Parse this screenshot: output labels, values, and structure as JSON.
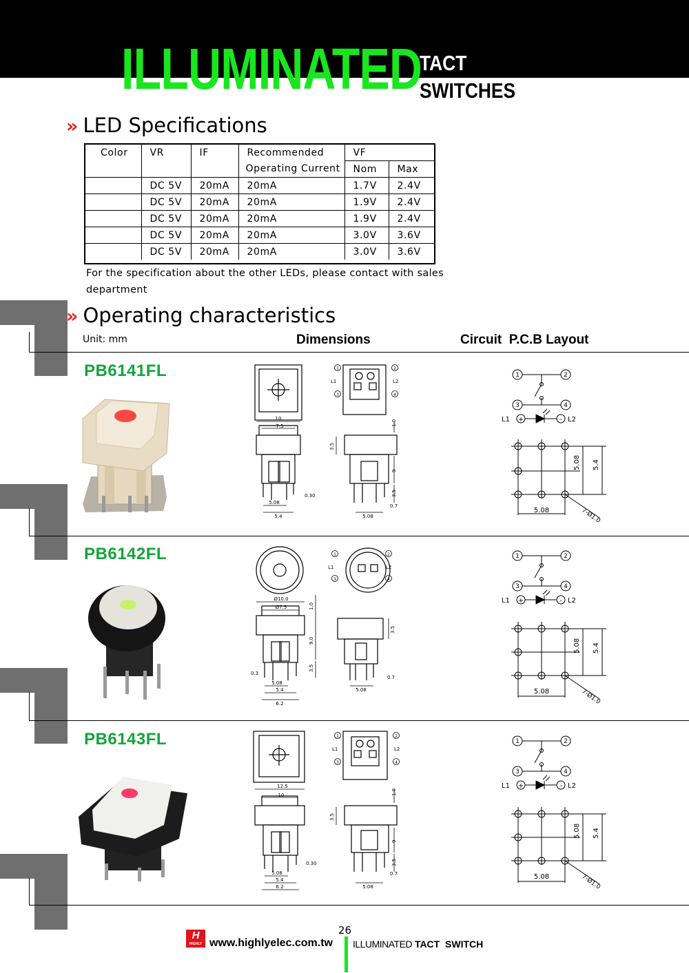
{
  "header": {
    "title": "ILLUMINATED",
    "subtitle_1": "TACT",
    "subtitle_2": "SWITCHES"
  },
  "colors": {
    "accent_green": "#19e61f",
    "part_green": "#14a53a",
    "arrow_red": "#e8231f",
    "grey_block": "#6f6f6f"
  },
  "led_spec": {
    "heading": "LED Specifications",
    "arrow": "»",
    "columns": {
      "color": "Color",
      "vr": "VR",
      "if": "IF",
      "rec1": "Recommended",
      "rec2": "Operating Current",
      "vf": "VF",
      "nom": "Nom",
      "max": "Max"
    },
    "rows": [
      {
        "vr": "DC 5V",
        "if": "20mA",
        "rec": "20mA",
        "nom": "1.7V",
        "max": "2.4V"
      },
      {
        "vr": "DC 5V",
        "if": "20mA",
        "rec": "20mA",
        "nom": "1.9V",
        "max": "2.4V"
      },
      {
        "vr": "DC 5V",
        "if": "20mA",
        "rec": "20mA",
        "nom": "1.9V",
        "max": "2.4V"
      },
      {
        "vr": "DC 5V",
        "if": "20mA",
        "rec": "20mA",
        "nom": "3.0V",
        "max": "3.6V"
      },
      {
        "vr": "DC 5V",
        "if": "20mA",
        "rec": "20mA",
        "nom": "3.0V",
        "max": "3.6V"
      }
    ],
    "note_line1": "For the specification about the other LEDs, please contact with sales",
    "note_line2": "department"
  },
  "operating": {
    "heading": "Operating characteristics",
    "arrow": "»",
    "unit": "Unit: mm",
    "col_dimensions": "Dimensions",
    "col_circuit": "Circuit  P.C.B Layout"
  },
  "parts": [
    {
      "name": "PB6141FL",
      "cap_color": "#f1e6d2",
      "led_color": "#ff2a2a",
      "body_color": "#efe3cd"
    },
    {
      "name": "PB6142FL",
      "cap_color": "#e8e8e2",
      "led_color": "#c8f26a",
      "body_color": "#1a1a1a"
    },
    {
      "name": "PB6143FL",
      "cap_color": "#eeeeea",
      "led_color": "#ff3a6a",
      "body_color": "#1a1a1a"
    }
  ],
  "dims": {
    "p1": {
      "w10": "10",
      "w75": "7.5",
      "h10": "1.0",
      "h35": "3.5",
      "h9": "9",
      "h35b": "3.5",
      "d030": "0.30",
      "d508": "5.08",
      "d54": "5.4",
      "d508b": "5.08",
      "d07": "0.7"
    },
    "p2": {
      "w10": "Ø10.0",
      "w75": "Ø7.5",
      "h10": "1.0",
      "h9": "9.0",
      "h35": "3.5",
      "h35b": "3.5",
      "d03": "0.3",
      "d508": "5.08",
      "d54": "5.4",
      "d62": "6.2",
      "d508b": "5.08",
      "d07": "0.7"
    },
    "p3": {
      "w125": "12.5",
      "w10": "10",
      "h10": "1.0",
      "h35": "3.5",
      "h9": "9",
      "h35b": "3.5",
      "d030": "0.30",
      "d508": "5.08",
      "d54": "5.4",
      "d62": "6.2",
      "d508b": "5.08",
      "d07": "0.7"
    }
  },
  "circuit": {
    "pin1": "1",
    "pin2": "2",
    "pin3": "3",
    "pin4": "4",
    "l1": "L1",
    "l2": "L2",
    "plus": "+",
    "minus": "-",
    "v508": "5.08",
    "v54": "5.4",
    "h508": "5.08",
    "hole": "7-Ø1.0"
  },
  "top_pin_labels": {
    "n1": "1",
    "n2": "2",
    "n3": "3",
    "n4": "4",
    "l1": "L1",
    "l2": "L2"
  },
  "footer": {
    "page": "26",
    "url": "www.highlyelec.com.tw",
    "logo_text": "HIGHLY",
    "tag1": "ILLUMINATED",
    "tag2": "TACT",
    "tag3": "SWITCH"
  }
}
